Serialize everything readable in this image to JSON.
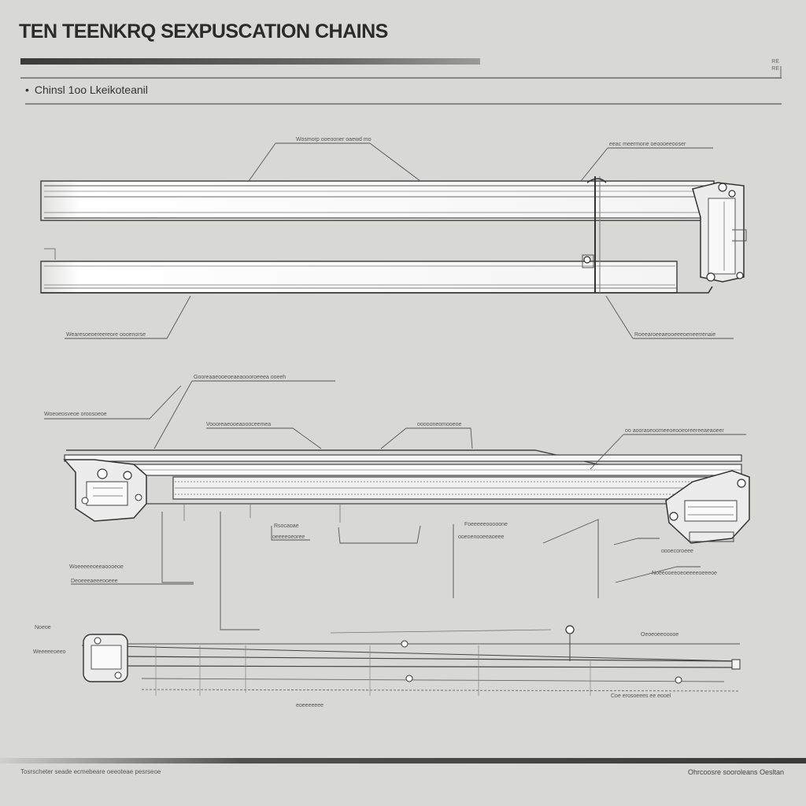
{
  "header": {
    "title": "TEN TEENKRQ SEXPUSCATION CHAINS",
    "subtitle": "Chinsl 1oo Lkeikoteanil",
    "corner_ref": [
      "RE",
      "RE"
    ]
  },
  "footer": {
    "left_text": "Tosrscheter seade ecmebeare oeeoteae pesrseoe",
    "right_text": "Ohrcoosre sooroleans Oesltan"
  },
  "labels": {
    "top_left": "Wosmorp ooeooner oaewd mo",
    "top_right": "eeac meermone oeoooeeooser",
    "mid_left": "Wearesoeoereereore oooenorse",
    "mid_right": "Roeearoeeaeooeeeoeneerrenaie",
    "lower_top": "Gooreaaeooeoeaeaoooroeeea ooeeh",
    "lower_left": "Woeoeosveoe oroosoeoe",
    "lower_center_a": "Voooreaeooeaoooceemea",
    "lower_center_b": "oooooneomooeoe",
    "lower_right": "oo aooraseoomeeoeooeoreereeaeaoeer",
    "ann_a": "Rsocaoae",
    "ann_b": "oeeeeoeoree",
    "ann_c": "Foeeeeeooooone",
    "ann_d": "ooeoenooeeaoeee",
    "ann_e": "oooecoroeee",
    "ann_f": "Woeeeeeoeeaoooeoe",
    "ann_g": "Deoeeeaeeeooeee",
    "ann_h": "Noeeooeeoeoeeeeoeeeoe",
    "ann_i": "Noeoe",
    "ann_j": "Weeeeeoeeo",
    "ann_k": "Oeoeoeeooooe",
    "ann_l": "Coe erosoeees ee eooel",
    "ann_m": "eoeeeeeee"
  }
}
